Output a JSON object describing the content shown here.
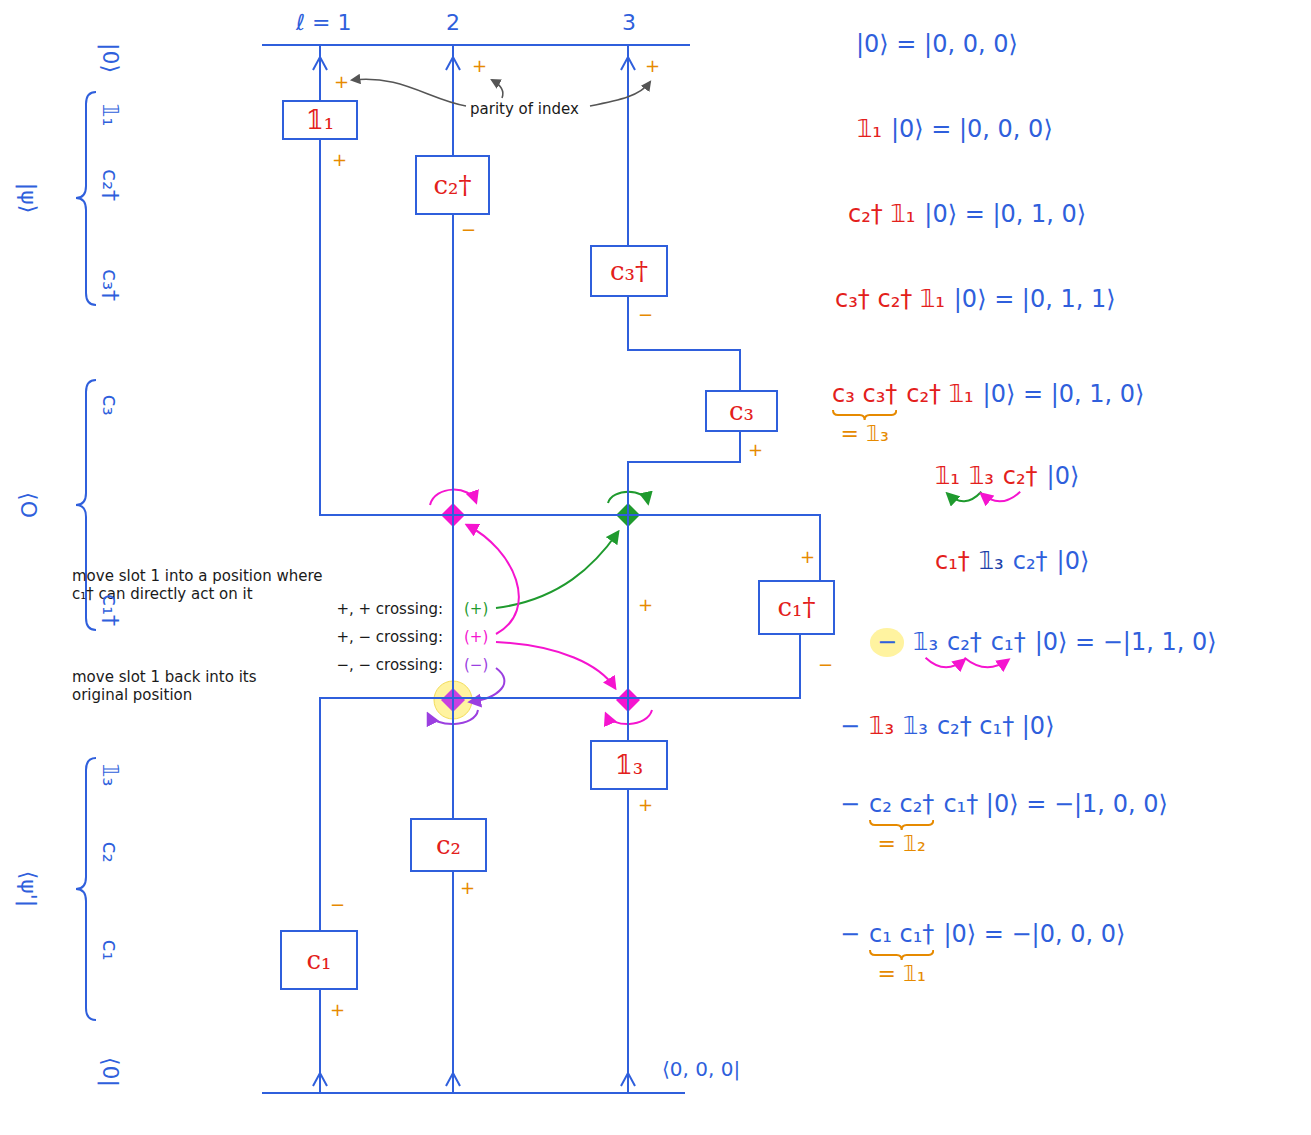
{
  "diagram": {
    "nodes": [
      {
        "text": [
          "𝟙₁"
        ]
      },
      {
        "text": [
          "c₂†"
        ]
      },
      {
        "text": [
          "c₃†"
        ]
      },
      {
        "text": [
          "c₃"
        ]
      },
      {
        "text": [
          "c₁†"
        ]
      },
      {
        "text": [
          "𝟙₃"
        ]
      },
      {
        "text": [
          "c₂"
        ]
      },
      {
        "text": [
          "c₁"
        ]
      }
    ],
    "edges": [
      {
        "from": 0,
        "to": 4,
        "arrow": "none"
      },
      {
        "from": 4,
        "to": 7,
        "arrow": "none"
      },
      {
        "from": 1,
        "to": 6,
        "arrow": "none"
      },
      {
        "from": 2,
        "to": 3,
        "arrow": "none"
      },
      {
        "from": 3,
        "to": 5,
        "arrow": "none"
      }
    ],
    "labels": [
      "ℓ = 1",
      "2",
      "3",
      "+",
      "+",
      "+",
      "parity of index",
      "+",
      "−",
      "−",
      "+",
      "+",
      "−",
      "+",
      "+",
      "+",
      "−",
      "+",
      "move slot 1 into a position where c₁† can directly act on it",
      "+, + crossing:",
      "(+)",
      "+, − crossing:",
      "(+)",
      "−, − crossing:",
      "(−)",
      "move slot 1 back into its original position",
      "|ψ⟩",
      "|0⟩",
      "𝟙₁",
      "c₂†",
      "c₃†",
      "⟨O",
      "c₃",
      "c₁†",
      "⟨ψ'|",
      "𝟙₃",
      "c₂",
      "c₁",
      "⟨0|",
      "⟨0, 0, 0|",
      "|0⟩ = |0, 0, 0⟩",
      "𝟙₁",
      "|0⟩ = |0, 0, 0⟩",
      "c₂† 𝟙₁",
      "|0⟩ = |0, 1, 0⟩",
      "c₃† c₂† 𝟙₁",
      "|0⟩ = |0, 1, 1⟩",
      "c₃ c₃†",
      "= 𝟙₃",
      "c₂† 𝟙₁",
      "|0⟩ = |0, 1, 0⟩",
      "𝟙₁",
      "𝟙₃",
      "c₂†",
      "|0⟩",
      "c₁†",
      "𝟙₃",
      "c₂†",
      "|0⟩",
      "−",
      "𝟙₃",
      "c₂†",
      "c₁†",
      "|0⟩ = −|1, 1, 0⟩",
      "−",
      "𝟙₃",
      "𝟙₃",
      "c₂† c₁† |0⟩",
      "−",
      "c₂ c₂†",
      "= 𝟙₂",
      "c₁† |0⟩ = −|1, 0, 0⟩",
      "−",
      "c₁ c₁†",
      "= 𝟙₁",
      "|0⟩ = −|0, 0, 0⟩"
    ]
  }
}
